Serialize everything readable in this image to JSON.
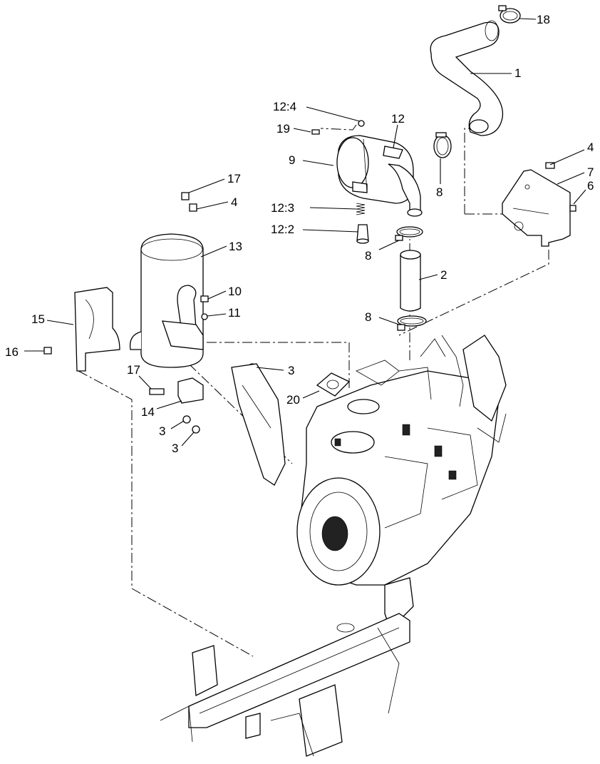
{
  "callouts": [
    {
      "id": "c-18",
      "text": "18"
    },
    {
      "id": "c-1",
      "text": "1"
    },
    {
      "id": "c-12-4",
      "text": "12:4"
    },
    {
      "id": "c-12",
      "text": "12"
    },
    {
      "id": "c-19",
      "text": "19"
    },
    {
      "id": "c-9",
      "text": "9"
    },
    {
      "id": "c-8a",
      "text": "8"
    },
    {
      "id": "c-4a",
      "text": "4"
    },
    {
      "id": "c-7",
      "text": "7"
    },
    {
      "id": "c-6",
      "text": "6"
    },
    {
      "id": "c-17a",
      "text": "17"
    },
    {
      "id": "c-4b",
      "text": "4"
    },
    {
      "id": "c-12-3",
      "text": "12:3"
    },
    {
      "id": "c-12-2",
      "text": "12:2"
    },
    {
      "id": "c-13",
      "text": "13"
    },
    {
      "id": "c-8b",
      "text": "8"
    },
    {
      "id": "c-2",
      "text": "2"
    },
    {
      "id": "c-10",
      "text": "10"
    },
    {
      "id": "c-11",
      "text": "11"
    },
    {
      "id": "c-15",
      "text": "15"
    },
    {
      "id": "c-8c",
      "text": "8"
    },
    {
      "id": "c-16",
      "text": "16"
    },
    {
      "id": "c-17b",
      "text": "17"
    },
    {
      "id": "c-3a",
      "text": "3"
    },
    {
      "id": "c-20",
      "text": "20"
    },
    {
      "id": "c-14",
      "text": "14"
    },
    {
      "id": "c-3b",
      "text": "3"
    },
    {
      "id": "c-3c",
      "text": "3"
    }
  ]
}
